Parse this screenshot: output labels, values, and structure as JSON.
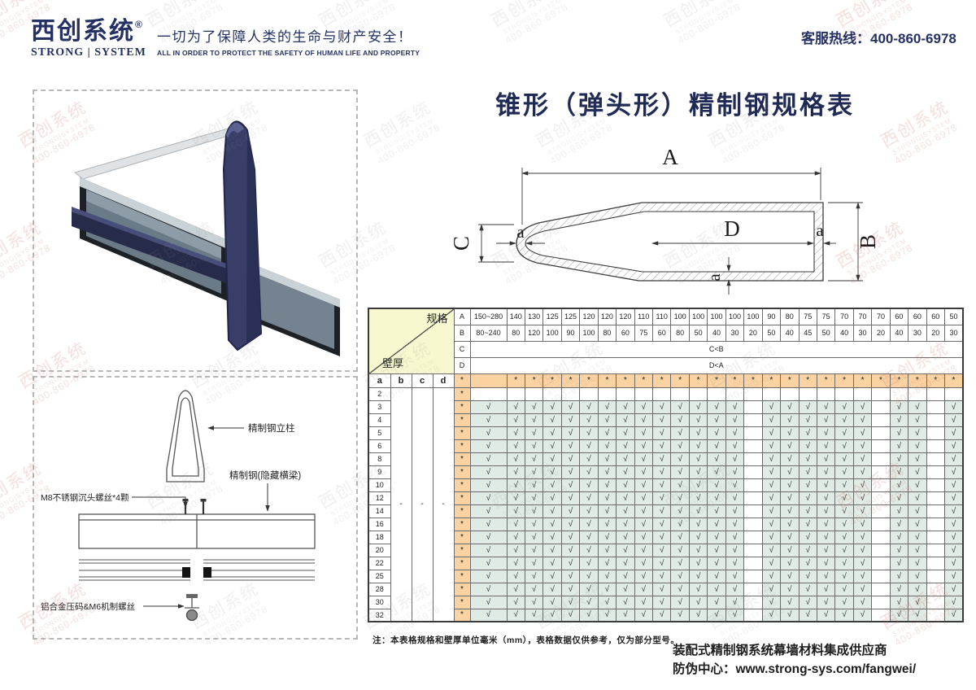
{
  "header": {
    "logo_cn": "西创系统",
    "logo_reg": "®",
    "logo_en": "STRONG | SYSTEM",
    "slogan_cn": "一切为了保障人类的生命与财产安全！",
    "slogan_en": "ALL IN ORDER TO PROTECT THE SAFETY OF HUMAN LIFE AND PROPERTY",
    "hotline": "客服热线：400-860-6978"
  },
  "title": "锥形（弹头形）精制钢规格表",
  "diagram": {
    "dim_a": "A",
    "dim_b": "B",
    "dim_c": "C",
    "dim_d": "D",
    "wall": "a"
  },
  "sections": {
    "labels": [
      "精制钢立柱",
      "精制钢(隐藏横梁)",
      "M8不锈钢沉头螺丝*4颗",
      "铝合金压码&M6机制螺丝"
    ]
  },
  "table": {
    "corner": {
      "top": "规格",
      "bottom": "壁厚"
    },
    "spec_a_label": "A",
    "spec_b_label": "B",
    "spec_c_label": "C",
    "spec_d_label": "D",
    "spec_A": [
      "150~280",
      "140",
      "130",
      "125",
      "125",
      "120",
      "120",
      "120",
      "110",
      "110",
      "100",
      "100",
      "100",
      "100",
      "100",
      "90",
      "80",
      "75",
      "75",
      "70",
      "70",
      "70",
      "60",
      "60",
      "60",
      "50"
    ],
    "spec_B": [
      "80~240",
      "80",
      "120",
      "100",
      "90",
      "100",
      "80",
      "60",
      "75",
      "60",
      "80",
      "50",
      "40",
      "30",
      "20",
      "50",
      "40",
      "45",
      "50",
      "40",
      "30",
      "20",
      "40",
      "30",
      "20",
      "30"
    ],
    "c_rule": "C<B",
    "d_rule": "D<A",
    "sub_headers": [
      "a",
      "b",
      "c",
      "d"
    ],
    "star": "*",
    "check": "√",
    "dash": "-",
    "star_row_empty_cols": [
      1
    ],
    "rows": [
      {
        "a": "2",
        "checked": false
      },
      {
        "a": "3",
        "checked": true
      },
      {
        "a": "4",
        "checked": true
      },
      {
        "a": "5",
        "checked": true
      },
      {
        "a": "6",
        "checked": true
      },
      {
        "a": "8",
        "checked": true
      },
      {
        "a": "9",
        "checked": true
      },
      {
        "a": "10",
        "checked": true
      },
      {
        "a": "12",
        "checked": true
      },
      {
        "a": "14",
        "checked": true
      },
      {
        "a": "16",
        "checked": true
      },
      {
        "a": "18",
        "checked": true
      },
      {
        "a": "20",
        "checked": true
      },
      {
        "a": "22",
        "checked": true
      },
      {
        "a": "25",
        "checked": true
      },
      {
        "a": "28",
        "checked": true
      },
      {
        "a": "30",
        "checked": true
      },
      {
        "a": "32",
        "checked": true
      }
    ],
    "unchecked_columns": [
      15,
      22,
      25
    ],
    "note": "注：本表格规格和壁厚单位毫米（mm），表格数据仅供参考，仅为部分型号。"
  },
  "footer": {
    "line1": "装配式精制钢系统幕墙材料集成供应商",
    "line2": "防伪中心：www.strong-sys.com/fangwei/"
  },
  "watermark": {
    "cn": "西创系统",
    "en": "STRONG|SYSTEM",
    "tel": "400-860-6978"
  },
  "colors": {
    "navy": "#253163",
    "table_yellow": "#f8f8d0",
    "table_orange": "#fbd2a2",
    "table_green": "#dfebe4"
  }
}
